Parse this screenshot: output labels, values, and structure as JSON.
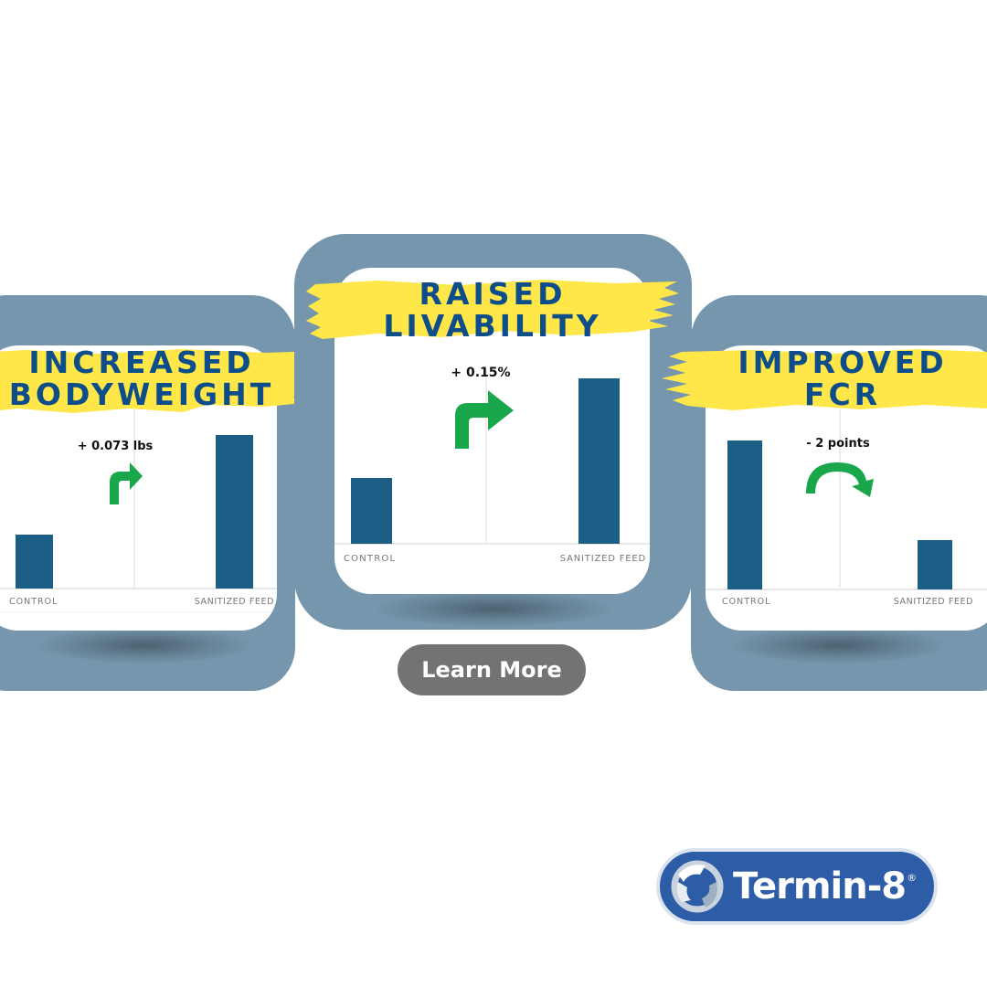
{
  "colors": {
    "panel": "#7596ad",
    "bar": "#1b5f86",
    "arrow": "#1aa64a",
    "headline": "#0d4d8a",
    "brush": "#ffe749",
    "button": "#737373",
    "logo_bg": "#2e5da8"
  },
  "cards": [
    {
      "headline": [
        "INCREASED",
        "BODYWEIGHT"
      ],
      "delta": "+ 0.073 lbs",
      "arrow_icon": "curved-arrow-up-right-icon",
      "left_label": "CONTROL",
      "right_label": "SANITIZED FEED"
    },
    {
      "headline": [
        "RAISED",
        "LIVABILITY"
      ],
      "delta": "+ 0.15%",
      "arrow_icon": "curved-arrow-up-right-icon",
      "left_label": "CONTROL",
      "right_label": "SANITIZED FEED"
    },
    {
      "headline": [
        "IMPROVED",
        "FCR"
      ],
      "delta": "- 2 points",
      "arrow_icon": "curved-arrow-down-right-icon",
      "left_label": "CONTROL",
      "right_label": "SANITIZED FEED"
    }
  ],
  "cta": {
    "label": "Learn More"
  },
  "logo": {
    "text": "Termin-8",
    "reg": "®",
    "icon": "termin8-ring-icon"
  }
}
